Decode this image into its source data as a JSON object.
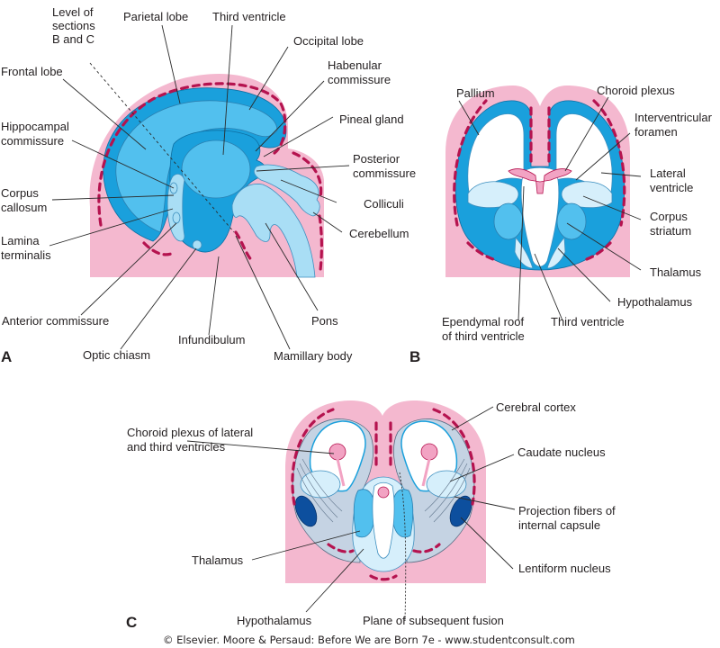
{
  "figure": {
    "panel_a": {
      "panel_label": "A",
      "labels": {
        "level_sections_1": "Level of",
        "level_sections_2": "sections",
        "level_sections_3": "B and C",
        "parietal_lobe": "Parietal lobe",
        "third_ventricle": "Third ventricle",
        "occipital_lobe": "Occipital lobe",
        "frontal_lobe": "Frontal lobe",
        "habenular_1": "Habenular",
        "habenular_2": "commissure",
        "pineal_gland": "Pineal gland",
        "hippocampal_1": "Hippocampal",
        "hippocampal_2": "commissure",
        "posterior_1": "Posterior",
        "posterior_2": "commissure",
        "corpus_callosum_1": "Corpus",
        "corpus_callosum_2": "callosum",
        "colliculi": "Colliculi",
        "lamina_1": "Lamina",
        "lamina_2": "terminalis",
        "cerebellum": "Cerebellum",
        "anterior_commissure": "Anterior commissure",
        "pons": "Pons",
        "infundibulum": "Infundibulum",
        "optic_chiasm": "Optic chiasm",
        "mamillary_body": "Mamillary body"
      }
    },
    "panel_b": {
      "panel_label": "B",
      "labels": {
        "pallium": "Pallium",
        "choroid_plexus": "Choroid plexus",
        "interventricular_1": "Interventricular",
        "interventricular_2": "foramen",
        "lateral_ventricle_1": "Lateral",
        "lateral_ventricle_2": "ventricle",
        "corpus_striatum_1": "Corpus",
        "corpus_striatum_2": "striatum",
        "thalamus": "Thalamus",
        "hypothalamus": "Hypothalamus",
        "ependymal_1": "Ependymal roof",
        "ependymal_2": "of third ventricle",
        "third_ventricle": "Third ventricle"
      }
    },
    "panel_c": {
      "panel_label": "C",
      "labels": {
        "choroid_plexus_1": "Choroid plexus of  lateral",
        "choroid_plexus_2": "and third ventricles",
        "cerebral_cortex": "Cerebral cortex",
        "caudate_nucleus": "Caudate nucleus",
        "projection_1": "Projection fibers of",
        "projection_2": "internal capsule",
        "thalamus": "Thalamus",
        "lentiform_nucleus": "Lentiform nucleus",
        "hypothalamus": "Hypothalamus",
        "plane_fusion": "Plane of subsequent fusion"
      }
    },
    "copyright": "© Elsevier. Moore & Persaud: Before We are Born 7e - www.studentconsult.com",
    "colors": {
      "mesenchyme_pink": "#f4b8cf",
      "blood_vessel": "#b5134f",
      "neural_wall_blue": "#1aa0dc",
      "light_blue": "#a9def5",
      "grey_blue": "#c5d3e3",
      "lentiform_dark_blue": "#0d4f9e"
    }
  }
}
